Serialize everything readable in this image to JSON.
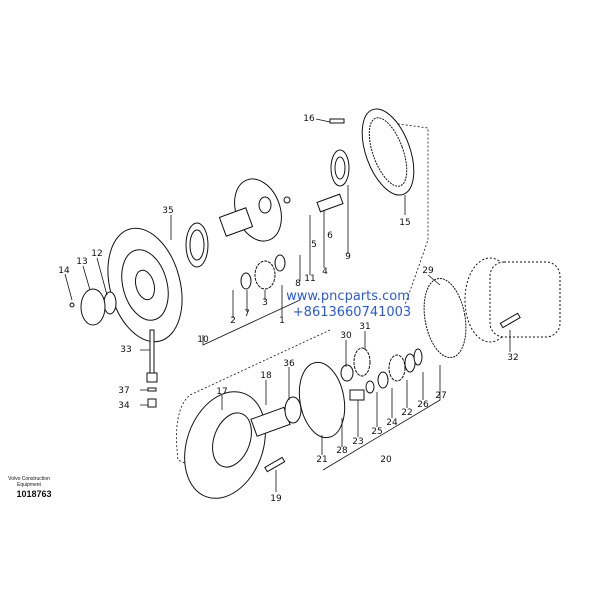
{
  "diagram": {
    "part_labels": {
      "p1": "1",
      "p2": "2",
      "p3": "3",
      "p4": "4",
      "p5": "5",
      "p6": "6",
      "p7": "7",
      "p8": "8",
      "p9": "9",
      "p10": "10",
      "p11": "11",
      "p12": "12",
      "p13": "13",
      "p14": "14",
      "p15": "15",
      "p16": "16",
      "p17": "17",
      "p18": "18",
      "p19": "19",
      "p20": "20",
      "p21": "21",
      "p22": "22",
      "p23": "23",
      "p24": "24",
      "p25": "25",
      "p26": "26",
      "p27": "27",
      "p28": "28",
      "p29": "29",
      "p30": "30",
      "p31": "31",
      "p32": "32",
      "p33": "33",
      "p34": "34",
      "p35": "35",
      "p36": "36",
      "p37": "37"
    },
    "watermark": {
      "url": "www.pncparts.com",
      "phone": "+8613660741003"
    },
    "brand": {
      "line1": "Volvo Construction",
      "line2": "Equipment",
      "drawing_number": "1018763"
    }
  }
}
